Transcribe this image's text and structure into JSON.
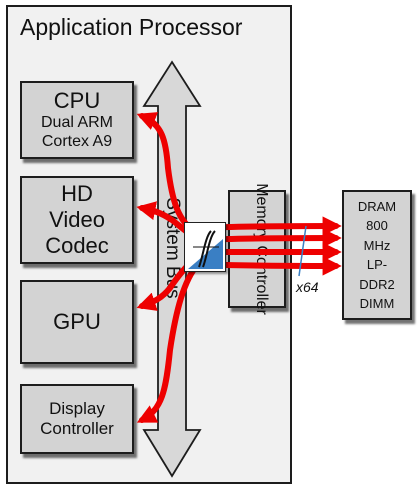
{
  "title": "Application Processor",
  "blocks": {
    "cpu": [
      "CPU",
      "Dual ARM",
      "Cortex A9"
    ],
    "video": [
      "HD",
      "Video",
      "Codec"
    ],
    "gpu": [
      "GPU"
    ],
    "display": [
      "Display",
      "Controller"
    ]
  },
  "bus_label": "System Bus",
  "memory_controller": "Memory Controller",
  "dram": [
    "DRAM",
    "800",
    "MHz",
    "LP-",
    "DDR2",
    "DIMM"
  ],
  "bus_width": "x64",
  "colors": {
    "arrow": "#ee0000",
    "bus": "#d8d8d8",
    "block": "#d3d3d3",
    "chip_icon": "#3a7fc4"
  },
  "icons": {
    "interconnect": "integral-chip-icon"
  }
}
